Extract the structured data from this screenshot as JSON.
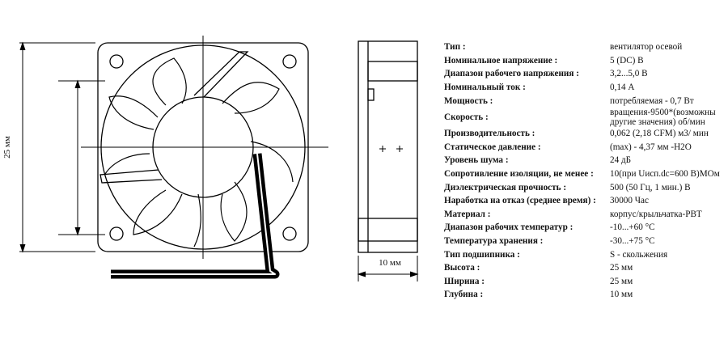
{
  "drawing": {
    "front_view": {
      "height_dimension": "25 мм",
      "name": "fan-front-view"
    },
    "side_view": {
      "width_dimension": "10 мм",
      "name": "fan-side-view"
    }
  },
  "specs": [
    {
      "label": "Тип :",
      "value": "вентилятор осевой"
    },
    {
      "label": "Номинальное напряжение :",
      "value": "5 (DC) В"
    },
    {
      "label": "Диапазон рабочего напряжения :",
      "value": "3,2...5,0 В"
    },
    {
      "label": "Номинальный ток :",
      "value": "0,14 А"
    },
    {
      "label": "Мощность :",
      "value": "потребляемая - 0,7 Вт"
    },
    {
      "label": "Скорость :",
      "value": "вращения-9500*(возможны другие значения) об/мин"
    },
    {
      "label": "Производительность :",
      "value": "0,062 (2,18 CFM) м3/ мин"
    },
    {
      "label": "Статическое давление :",
      "value": "(max) - 4,37 мм -H2O"
    },
    {
      "label": "Уровень шума :",
      "value": "24 дБ"
    },
    {
      "label": "Сопротивление изоляции, не менее :",
      "value": "10(при Uисп.dc=600 В)МОм"
    },
    {
      "label": "Диэлектрическая прочность :",
      "value": "500 (50 Гц, 1 мин.) В"
    },
    {
      "label": "Наработка на отказ (среднее время) :",
      "value": "30000 Час"
    },
    {
      "label": "Материал :",
      "value": "корпус/крыльчатка-PBT"
    },
    {
      "label": "Диапазон рабочих температур :",
      "value": "-10...+60 °С"
    },
    {
      "label": "Температура хранения :",
      "value": "-30...+75 °С"
    },
    {
      "label": "Тип подшипника :",
      "value": "S - скольжения"
    },
    {
      "label": "Высота :",
      "value": "25 мм"
    },
    {
      "label": "Ширина :",
      "value": "25 мм"
    },
    {
      "label": "Глубина :",
      "value": "10 мм"
    }
  ]
}
